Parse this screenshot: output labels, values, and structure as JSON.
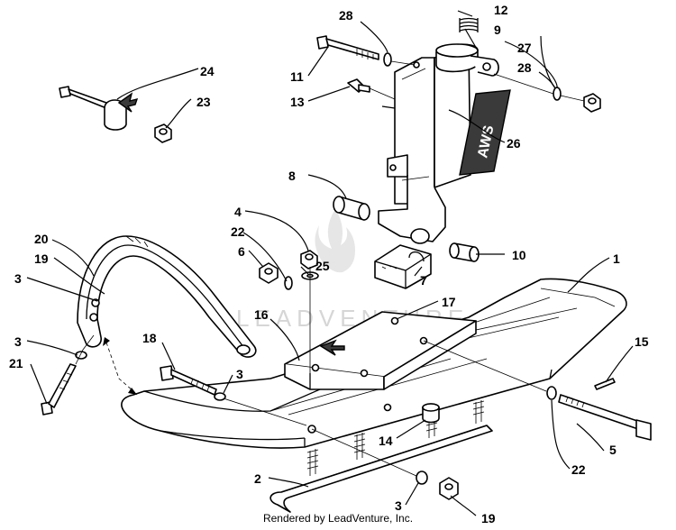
{
  "diagram": {
    "watermark_text": "LEADVENTURE",
    "decal_text": "AWS",
    "credit": "Rendered by LeadVenture, Inc.",
    "callouts": [
      {
        "id": "1",
        "label": "1"
      },
      {
        "id": "2",
        "label": "2"
      },
      {
        "id": "3a",
        "label": "3"
      },
      {
        "id": "3b",
        "label": "3"
      },
      {
        "id": "3c",
        "label": "3"
      },
      {
        "id": "3d",
        "label": "3"
      },
      {
        "id": "4",
        "label": "4"
      },
      {
        "id": "5",
        "label": "5"
      },
      {
        "id": "6",
        "label": "6"
      },
      {
        "id": "7",
        "label": "7"
      },
      {
        "id": "8",
        "label": "8"
      },
      {
        "id": "9",
        "label": "9"
      },
      {
        "id": "10",
        "label": "10"
      },
      {
        "id": "11",
        "label": "11"
      },
      {
        "id": "12",
        "label": "12"
      },
      {
        "id": "13",
        "label": "13"
      },
      {
        "id": "14",
        "label": "14"
      },
      {
        "id": "15",
        "label": "15"
      },
      {
        "id": "16",
        "label": "16"
      },
      {
        "id": "17",
        "label": "17"
      },
      {
        "id": "18",
        "label": "18"
      },
      {
        "id": "19a",
        "label": "19"
      },
      {
        "id": "19b",
        "label": "19"
      },
      {
        "id": "20",
        "label": "20"
      },
      {
        "id": "21",
        "label": "21"
      },
      {
        "id": "22a",
        "label": "22"
      },
      {
        "id": "22b",
        "label": "22"
      },
      {
        "id": "23",
        "label": "23"
      },
      {
        "id": "24",
        "label": "24"
      },
      {
        "id": "25",
        "label": "25"
      },
      {
        "id": "26",
        "label": "26"
      },
      {
        "id": "27",
        "label": "27"
      },
      {
        "id": "28a",
        "label": "28"
      },
      {
        "id": "28b",
        "label": "28"
      }
    ]
  }
}
